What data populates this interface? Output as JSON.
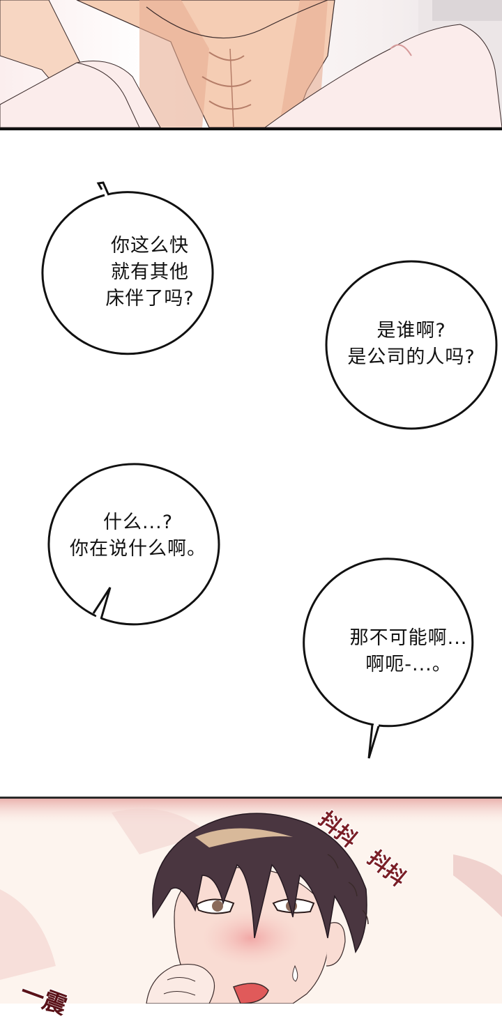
{
  "page": {
    "type": "manga-webtoon-page",
    "background_color": "#ffffff",
    "panel_border_color": "#111111"
  },
  "panels": [
    {
      "id": "top-panel",
      "description": "close-up of a muscular torso with pale legs in foreground",
      "colors": {
        "skin": "#f3c7ad",
        "skin_shadow": "#e2a98e",
        "legs": "#fbeceb",
        "line": "#3a2a2a"
      }
    },
    {
      "id": "bottom-panel",
      "description": "dark-haired young man lying down, blushing, teary-eyed, trembling",
      "colors": {
        "background": "#fdf4ee",
        "hair": "#4a3640",
        "hair_highlight": "#d8b99a",
        "blush": "#f0a9a9",
        "mouth": "#e05a5a"
      }
    }
  ],
  "bubbles": [
    {
      "id": "bubble-1",
      "lines": [
        "你这么快",
        "就有其他",
        "床伴了吗?"
      ],
      "text": "你这么快\n就有其他\n床伴了吗?"
    },
    {
      "id": "bubble-2",
      "lines": [
        "是谁啊?",
        "是公司的人吗?"
      ],
      "text": "是谁啊?\n是公司的人吗?"
    },
    {
      "id": "bubble-3",
      "lines": [
        "什么...?",
        "你在说什么啊。"
      ],
      "text": "什么...?\n你在说什么啊。"
    },
    {
      "id": "bubble-4",
      "lines": [
        "那不可能啊...",
        "啊呃-...。"
      ],
      "text": "那不可能啊...\n啊呃-...。"
    }
  ],
  "sound_effects": [
    {
      "id": "sfx-tremble-1",
      "text": "抖抖",
      "color": "#7a1e26"
    },
    {
      "id": "sfx-tremble-2",
      "text": "抖抖",
      "color": "#7a1e26"
    },
    {
      "id": "sfx-shock",
      "text": "一震",
      "color": "#5a1218"
    }
  ]
}
